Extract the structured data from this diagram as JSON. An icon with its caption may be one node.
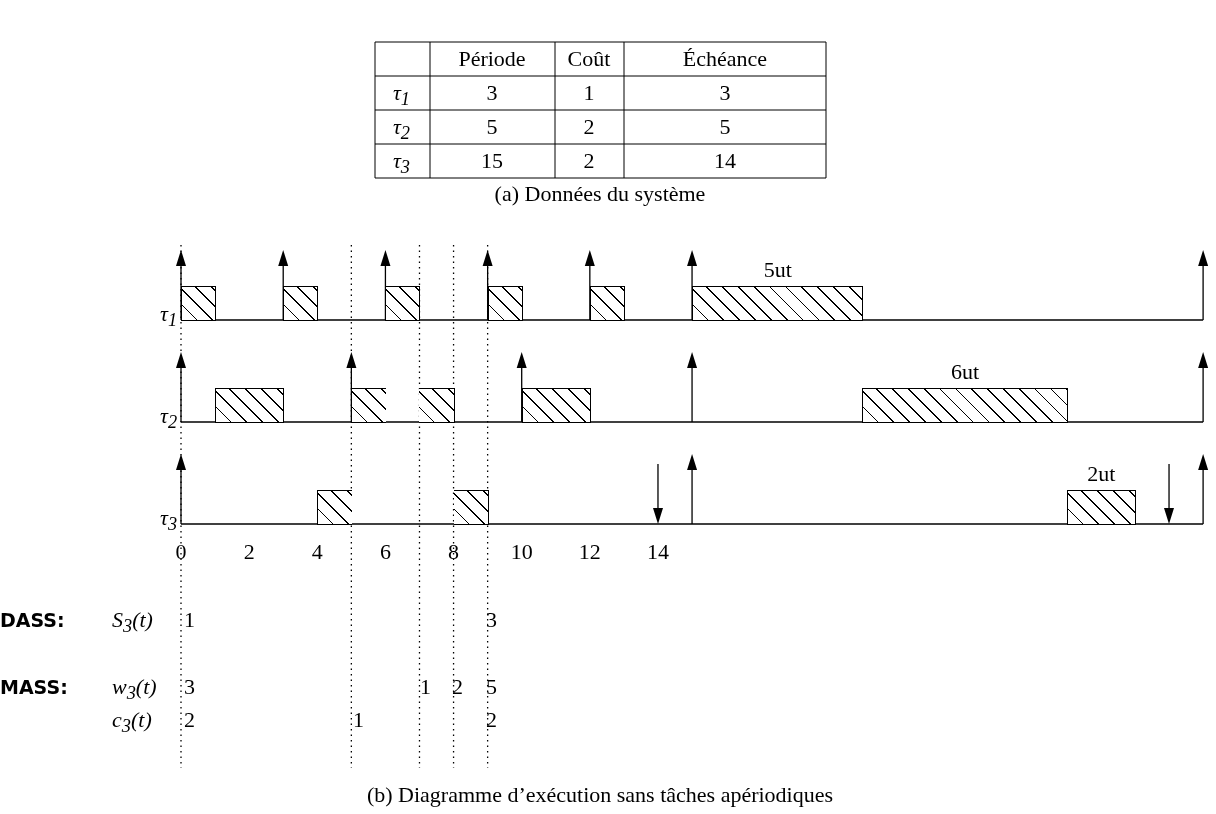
{
  "diagram": {
    "caption": "(b) Diagramme d’exécution sans tâches apériodiques",
    "nodes": [
      {
        "text": [],
        "shape": "box"
      },
      {
        "text": [],
        "shape": "box"
      },
      {
        "text": [],
        "shape": "box"
      },
      {
        "text": [],
        "shape": "box"
      },
      {
        "text": [],
        "shape": "box"
      },
      {
        "text": [
          "5ut"
        ]
      },
      {
        "text": [],
        "shape": "box"
      },
      {
        "text": [],
        "shape": "box"
      },
      {
        "text": [],
        "shape": "box"
      },
      {
        "text": [],
        "shape": "box"
      },
      {
        "text": [
          "6ut"
        ]
      },
      {
        "text": [],
        "shape": "box"
      },
      {
        "text": [],
        "shape": "box"
      },
      {
        "text": [
          "2ut"
        ]
      }
    ],
    "labels": [
      "Période",
      "Coût",
      "Échéance",
      "τ$_{1}$",
      "3",
      "1",
      "3",
      "τ$_{2}$",
      "5",
      "2",
      "5",
      "τ$_{3}$",
      "15",
      "2",
      "14",
      "(a) Données du système",
      "τ$_{1}$",
      "τ$_{2}$",
      "τ$_{3}$",
      "0",
      "2",
      "4",
      "6",
      "8",
      "10",
      "12",
      "14",
      "DASS:",
      "S$_{3}$(t)",
      "1",
      "3",
      "MASS:",
      "w$_{3}$(t)",
      "3",
      "1",
      "2",
      "5",
      "c$_{3}$(t)",
      "2",
      "1",
      "2"
    ]
  }
}
